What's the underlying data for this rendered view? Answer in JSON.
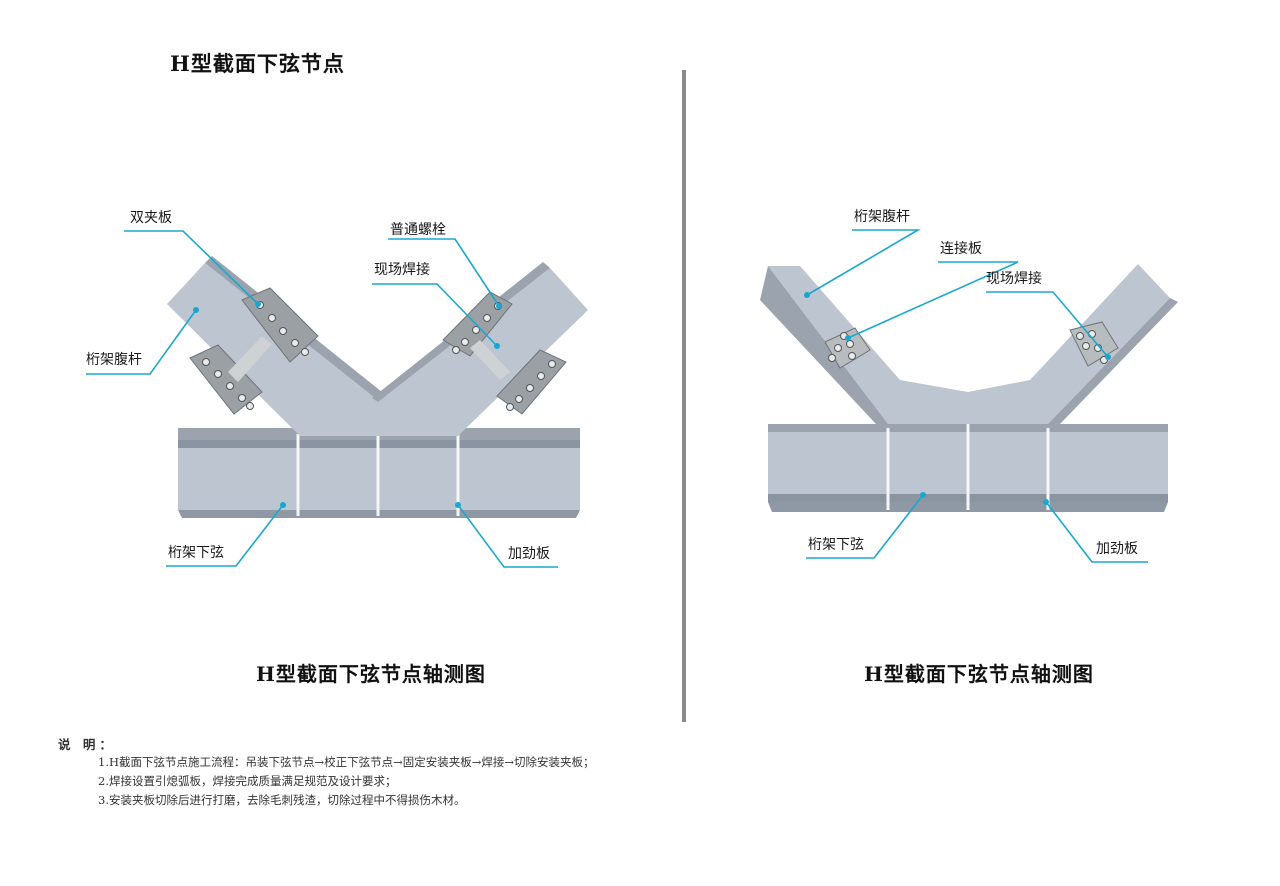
{
  "left_panel": {
    "title": "H型截面下弦节点",
    "caption": "H型截面下弦节点轴测图",
    "labels": {
      "double_clamp_plate": "双夹板",
      "common_bolt": "普通螺栓",
      "field_weld": "现场焊接",
      "web_member": "桁架腹杆",
      "bottom_chord": "桁架下弦",
      "stiffener": "加劲板"
    }
  },
  "right_panel": {
    "caption": "H型截面下弦节点轴测图",
    "labels": {
      "web_member": "桁架腹杆",
      "connecting_plate": "连接板",
      "field_weld": "现场焊接",
      "bottom_chord": "桁架下弦",
      "stiffener": "加劲板"
    }
  },
  "notes": {
    "heading": "说 明：",
    "items": [
      "1.H截面下弦节点施工流程：吊装下弦节点→校正下弦节点→固定安装夹板→焊接→切除安装夹板；",
      "2.焊接设置引熄弧板，焊接完成质量满足规范及设计要求；",
      "3.安装夹板切除后进行打磨，去除毛刺残渣，切除过程中不得损伤木材。"
    ]
  },
  "colors": {
    "leader": "#1aa7cf",
    "steel": "#b9c2cd",
    "steel_dark": "#8f99a6",
    "plate": "#9aa0a4",
    "divider": "#8a8a8a"
  }
}
